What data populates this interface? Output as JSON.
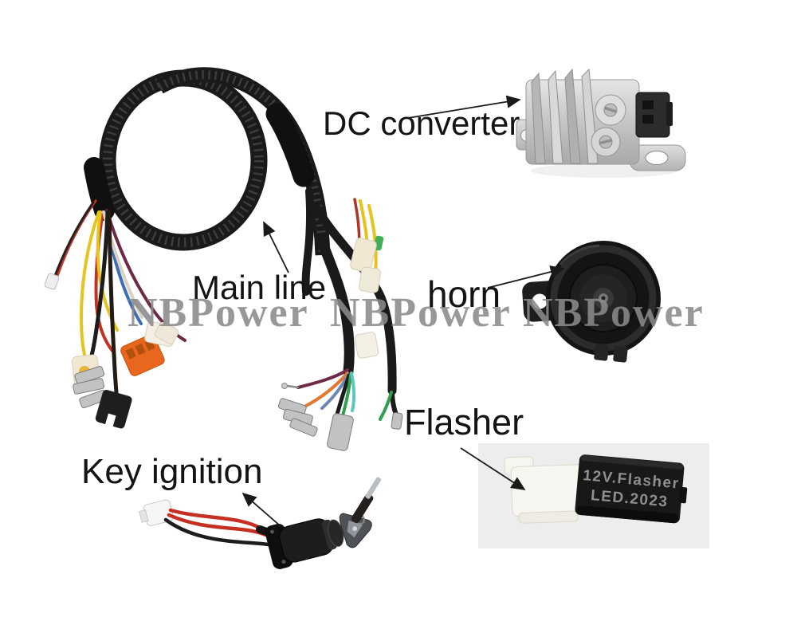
{
  "page": {
    "background": "#ffffff",
    "description": "Wiring harness kit annotated product photo"
  },
  "watermark": {
    "text": "NBPower",
    "color": "#8a8a8a",
    "count": 3
  },
  "annotations": {
    "dc_converter": {
      "label": "DC converter"
    },
    "main_line": {
      "label": "Main line"
    },
    "horn": {
      "label": "horn"
    },
    "flasher": {
      "label": "Flasher"
    },
    "key_ignition": {
      "label": "Key ignition"
    }
  },
  "components": {
    "flasher": {
      "marking_line1": "12V.Flasher",
      "marking_line2": "LED.2023"
    }
  },
  "colors": {
    "label_text": "#141414",
    "arrow": "#1a1a1a",
    "harness_black": "#1a1a1a",
    "connector_orange": "#e8661d",
    "connector_cream": "#f1e8d4",
    "connector_black": "#1e1e1e",
    "wire_red": "#c53022",
    "wire_yellow": "#e6c31e",
    "wire_blue": "#3c6cb4",
    "wire_green": "#2f9e4e",
    "wire_teal": "#5cc8be",
    "wire_purple": "#6d2a47",
    "wire_orange": "#e07830",
    "metal_terminal": "#c2c2c2",
    "converter_silver": "#cccccc",
    "flasher_patch": "#ededed",
    "flasher_body": "#181818",
    "flasher_text": "#8f8f8f",
    "horn_black": "#141414"
  }
}
